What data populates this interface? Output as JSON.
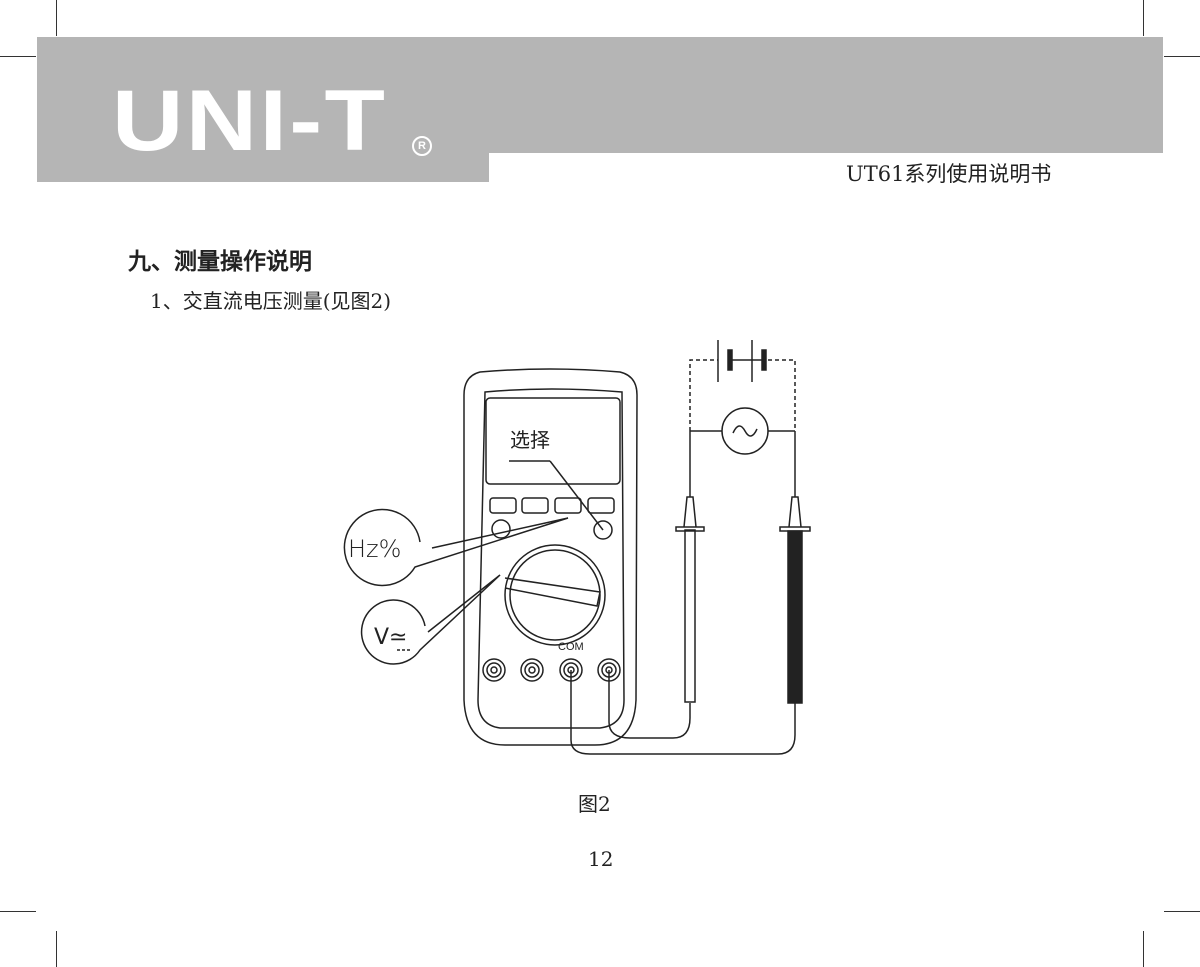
{
  "header": {
    "logo": "UNI-T",
    "registered": "R",
    "doc_title": "UT61系列使用说明书"
  },
  "section": {
    "title": "九、测量操作说明",
    "subtitle": "1、交直流电压测量(见图2)"
  },
  "figure": {
    "select_label": "选择",
    "hz_label": "Hz%",
    "v_label": "V≃",
    "com_label": "COM",
    "caption": "图2"
  },
  "page_number": "12",
  "colors": {
    "band": "#b5b5b5"
  }
}
